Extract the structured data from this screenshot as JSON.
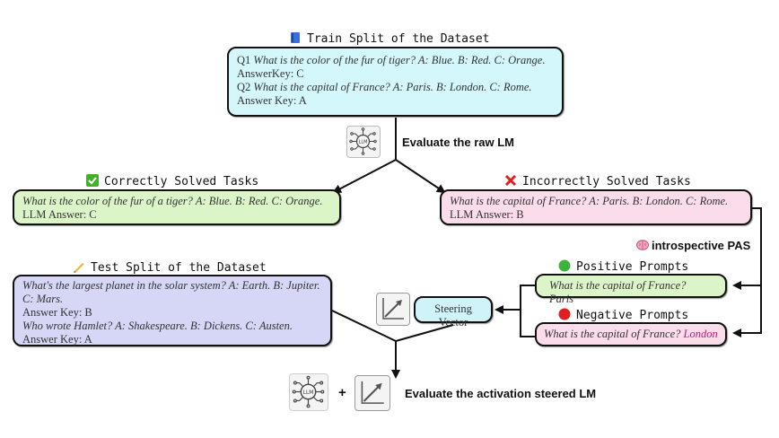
{
  "train": {
    "title": "Train Split of the Dataset",
    "q1_prefix": "Q1",
    "q1_text": "What is the color of the fur of tiger? A: Blue. B: Red. C: Orange.",
    "a1": "AnswerKey: C",
    "q2_prefix": "Q2",
    "q2_text": "What is the capital of France? A: Paris. B: London. C: Rome.",
    "a2": "Answer Key: A"
  },
  "eval_raw": "Evaluate the raw LM",
  "correct": {
    "title": "Correctly Solved Tasks",
    "question": "What is the color of the fur of a tiger? A: Blue. B: Red. C: Orange.",
    "answer": "LLM Answer: C"
  },
  "incorrect": {
    "title": "Incorrectly Solved Tasks",
    "question": "What is the capital of France? A: Paris. B: London. C: Rome.",
    "answer": "LLM Answer: B"
  },
  "introspective": "introspective PAS",
  "positive": {
    "title": "Positive Prompts",
    "prompt": "What is the capital of France? Paris"
  },
  "negative": {
    "title": "Negative Prompts",
    "prompt_prefix": "What is the capital of France?",
    "prompt_answer": "London"
  },
  "steering": "Steering Vector",
  "test": {
    "title": "Test Split of the Dataset",
    "q1_text": "What's the largest planet in the solar system? A: Earth. B: Jupiter. C: Mars.",
    "a1": "Answer Key: B",
    "q2_text": "Who wrote Hamlet? A: Shakespeare. B: Dickens. C: Austen.",
    "a2": "Answer Key: A"
  },
  "plus": "+",
  "eval_steered": "Evaluate the activation steered LM",
  "colors": {
    "train_bg": "#d4f7fb",
    "correct_bg": "#dcf5c8",
    "incorrect_bg": "#fbdcea",
    "test_bg": "#d6d6f7",
    "steer_bg": "#d0f3fa",
    "negative_answer": "#c2187a"
  }
}
